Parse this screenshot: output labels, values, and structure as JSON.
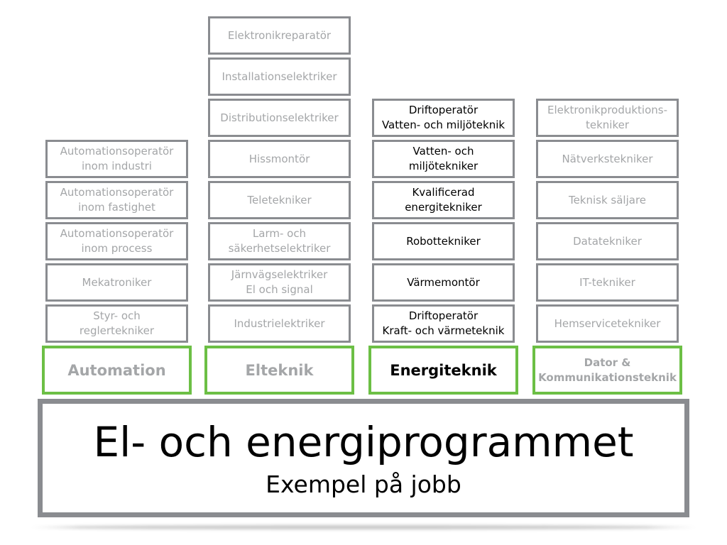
{
  "title": "El- och energiprogrammet",
  "subtitle": "Exempel på jobb",
  "colors": {
    "border_gray": "#8a8c90",
    "accent_green": "#6cbf45",
    "muted_text": "#a4a6a8",
    "active_text": "#000000"
  },
  "columns": [
    {
      "category": "Automation",
      "active": false,
      "jobs": [
        "Automationsoperatör\ninom industri",
        "Automationsoperatör\ninom fastighet",
        "Automationsoperatör\ninom process",
        "Mekatroniker",
        "Styr- och\nreglertekniker"
      ]
    },
    {
      "category": "Elteknik",
      "active": false,
      "jobs": [
        "Elektronikreparatör",
        "Installationselektriker",
        "Distributionselektriker",
        "Hissmontör",
        "Teletekniker",
        "Larm- och\nsäkerhetselektriker",
        "Järnvägselektriker\nEl och signal",
        "Industrielektriker"
      ]
    },
    {
      "category": "Energiteknik",
      "active": true,
      "jobs": [
        "Driftoperatör\nVatten- och miljöteknik",
        "Vatten- och\nmiljötekniker",
        "Kvalificerad\nenergitekniker",
        "Robottekniker",
        "Värmemontör",
        "Driftoperatör\nKraft- och värmeteknik"
      ]
    },
    {
      "category": "Dator &\nKommunikationsteknik",
      "active": false,
      "jobs": [
        "Elektronikproduktions-\ntekniker",
        "Nätverkstekniker",
        "Teknisk säljare",
        "Datatekniker",
        "IT-tekniker",
        "Hemservicetekniker"
      ]
    }
  ]
}
